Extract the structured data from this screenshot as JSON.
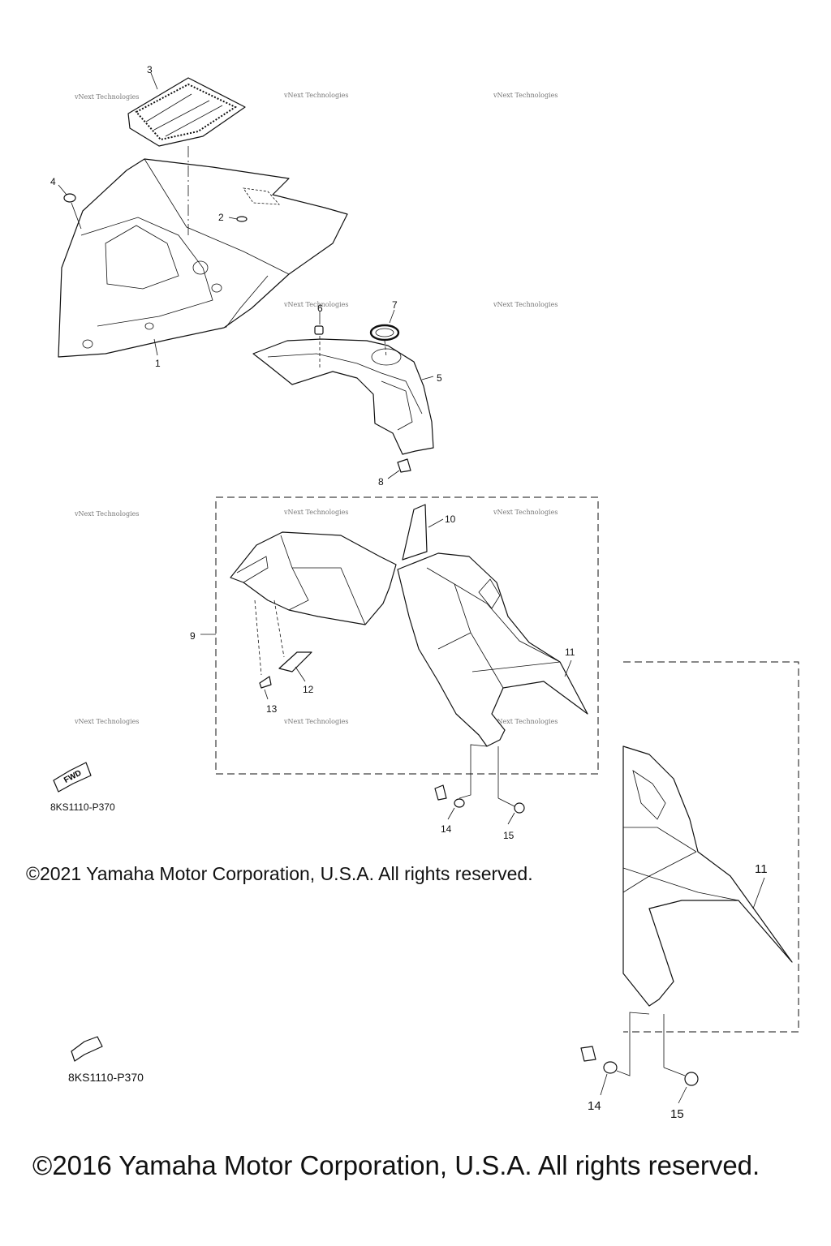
{
  "diagram": {
    "callouts": {
      "c1": "1",
      "c2": "2",
      "c3": "3",
      "c4": "4",
      "c5": "5",
      "c6": "6",
      "c7": "7",
      "c8": "8",
      "c9": "9",
      "c10": "10",
      "c11": "11",
      "c12": "12",
      "c13": "13",
      "c14": "14",
      "c15": "15",
      "c11b": "11",
      "c14b": "14",
      "c15b": "15"
    },
    "watermark": "vNext Technologies",
    "fwd_label": "FWD",
    "diagram_code": "8KS1110-P370",
    "copyright": "©2021 Yamaha Motor Corporation, U.S.A. All rights reserved.",
    "diagram_code_2": "8KS1110-P370",
    "copyright_2": "©2016 Yamaha Motor Corporation, U.S.A. All rights reserved."
  }
}
